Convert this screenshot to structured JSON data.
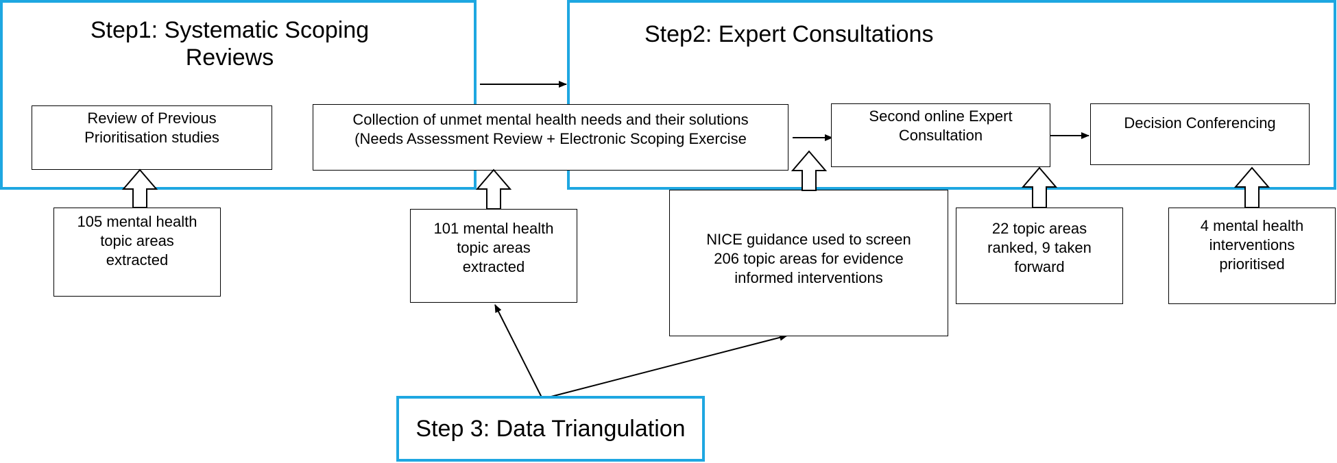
{
  "step1": {
    "title": "Step1: Systematic Scoping\nReviews"
  },
  "step2": {
    "title": "Step2: Expert Consultations"
  },
  "step3": {
    "title": "Step 3: Data Triangulation"
  },
  "boxes": {
    "previous_prioritisation": "Review of Previous\nPrioritisation studies",
    "collection": "Collection of unmet mental health needs and their solutions\n(Needs Assessment Review + Electronic Scoping Exercise",
    "second_consultation": "Second online Expert\nConsultation",
    "decision_conferencing": "Decision Conferencing"
  },
  "notes": {
    "topics_105": "105 mental health\ntopic areas\nextracted",
    "topics_101": "101 mental health\ntopic areas\nextracted",
    "nice_guidance": "NICE guidance used to screen\n206 topic areas for evidence\ninformed interventions",
    "ranked_22": "22 topic areas\nranked, 9 taken\nforward",
    "interventions_4": "4 mental health\ninterventions\nprioritised"
  },
  "colors": {
    "frame": "#1ea7e1",
    "line": "#000000"
  }
}
